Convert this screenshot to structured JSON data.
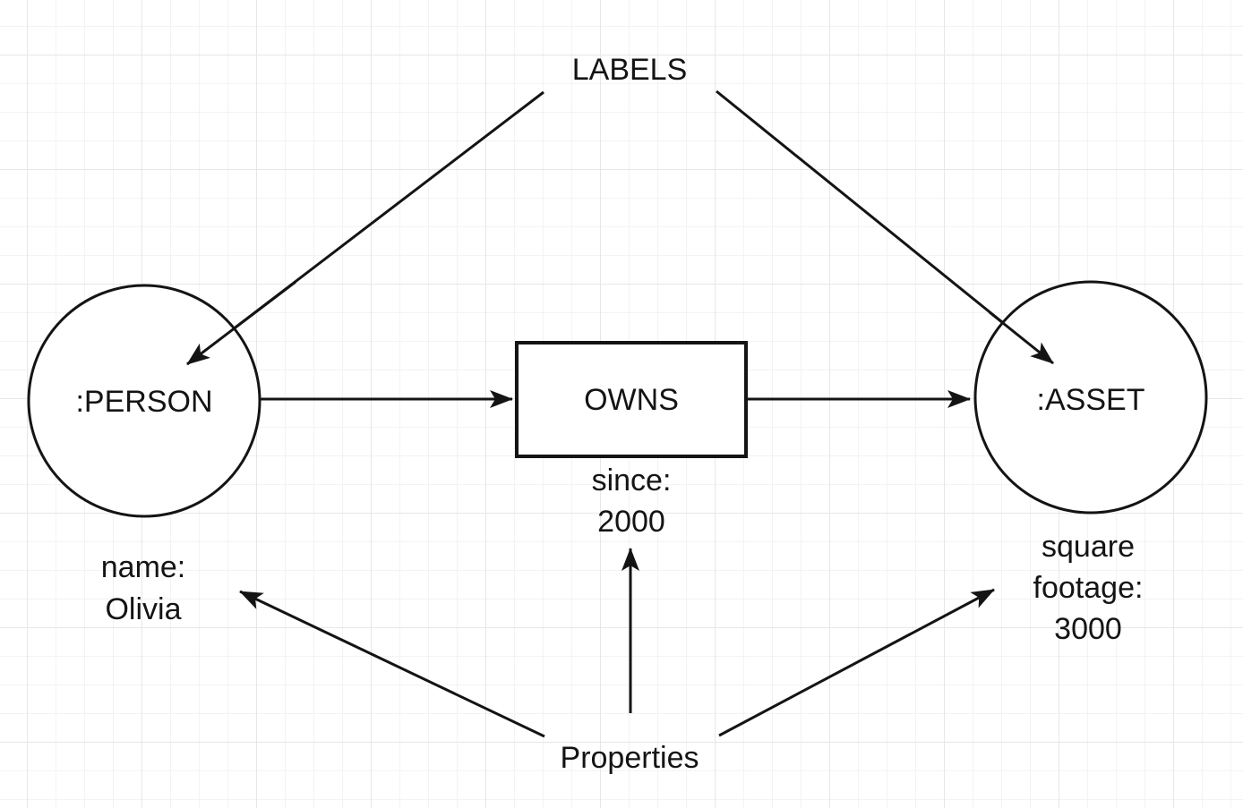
{
  "diagram": {
    "annotations": {
      "labels_title": "LABELS",
      "properties_title": "Properties"
    },
    "nodes": {
      "person": {
        "label": ":PERSON"
      },
      "asset": {
        "label": ":ASSET"
      }
    },
    "relationship": {
      "label": "OWNS"
    },
    "property_text": {
      "person": {
        "lines": [
          "name:",
          "Olivia"
        ]
      },
      "relationship": {
        "lines": [
          "since:",
          "2000"
        ]
      },
      "asset": {
        "lines": [
          "square",
          "footage:",
          "3000"
        ]
      }
    },
    "colors": {
      "stroke": "#141414",
      "background": "#ffffff",
      "grid_minor": "#f3f3f3",
      "grid_major": "#e7e7e7"
    }
  }
}
